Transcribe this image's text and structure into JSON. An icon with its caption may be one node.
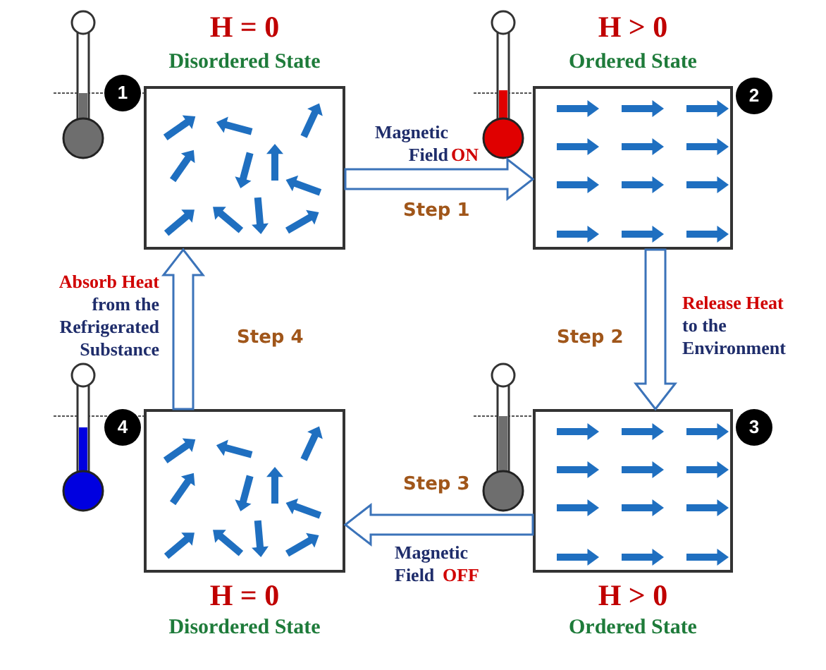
{
  "diagram": {
    "nodes": [
      {
        "text": [
          "H = 0",
          "Disordered State"
        ],
        "beside": [
          "1"
        ]
      },
      {
        "text": [
          "H > 0",
          "Ordered State"
        ],
        "beside": [
          "2"
        ]
      },
      {
        "text": [
          "H > 0",
          "Ordered State"
        ],
        "beside": [
          "3"
        ]
      },
      {
        "text": [
          "H = 0",
          "Disordered State"
        ],
        "beside": [
          "4"
        ]
      }
    ],
    "edges": [
      {
        "from": 0,
        "to": 1,
        "arrow": "to",
        "label": "Step 1"
      },
      {
        "from": 1,
        "to": 2,
        "arrow": "to",
        "label": "Step 2"
      },
      {
        "from": 2,
        "to": 3,
        "arrow": "to",
        "label": "Step 3"
      },
      {
        "from": 3,
        "to": 0,
        "arrow": "to",
        "label": "Step 4"
      }
    ],
    "labels": [
      "Magnetic Field",
      "ON",
      "Release Heat",
      "to the Environment",
      "Magnetic Field",
      "OFF",
      "Absorb Heat",
      "from the Refrigerated Substance"
    ]
  }
}
